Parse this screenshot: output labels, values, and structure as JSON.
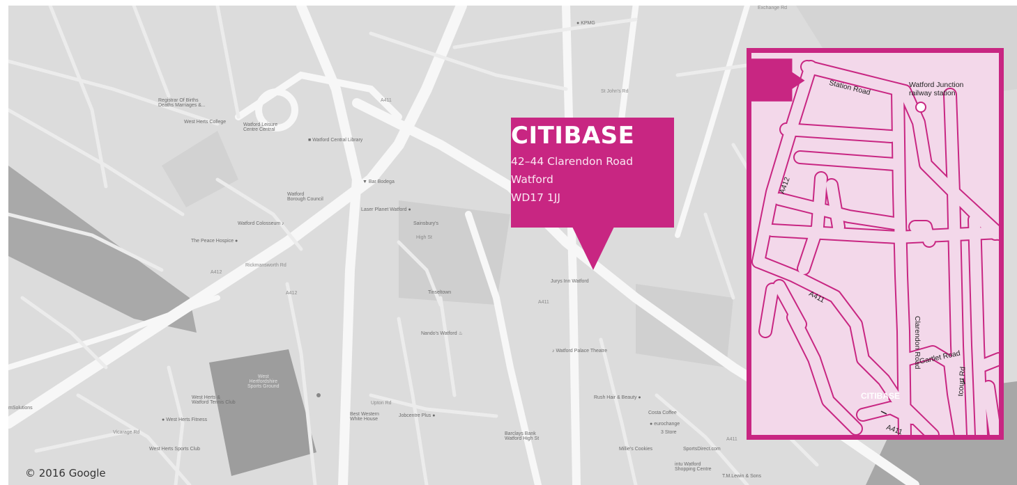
{
  "copyright": "© 2016 Google",
  "callout": {
    "title": "CITIBASE",
    "address_line1": "42–44 Clarendon Road",
    "address_line2": "Watford",
    "postcode": "WD17 1JJ"
  },
  "inset": {
    "station_label_line1": "Watford Junction",
    "station_label_line2": "railway station",
    "roads": {
      "station_road": "Station Road",
      "a412": "A412",
      "a411_upper": "A411",
      "a411_lower": "A411",
      "clarendon_road": "Clarendon Road",
      "gartlet_road": "Gartlet Road",
      "estcourt_road": "tcourt Rd"
    },
    "marker_label": "CITIBASE"
  },
  "map_labels": {
    "kpmg": "KPMG",
    "registrar": "Registrar Of Births",
    "registrar2": "Deaths Marriages &...",
    "west_herts_college": "West Herts College",
    "watford_leisure": "Watford Leisure",
    "watford_leisure2": "Centre Central",
    "watford_central_library": "Watford Central Library",
    "bar_bodega": "Bar Bodega",
    "watford_borough_council": "Watford",
    "watford_borough_council2": "Borough Council",
    "laser_planet": "Laser Planet Watford",
    "watford_colosseum": "Watford Colosseum",
    "peace_hospice": "The Peace Hospice",
    "sainsburys": "Sainsbury's",
    "jurys_inn": "Jurys Inn Watford",
    "tinseltown": "Tinseltown",
    "nandos": "Nando's Watford",
    "palace_theatre": "Watford Palace Theatre",
    "west_herts_sports_ground": "West",
    "west_herts_sports_ground2": "Hertfordshire",
    "west_herts_sports_ground3": "Sports Ground",
    "tennis_club": "West Herts &",
    "tennis_club2": "Watford Tennis Club",
    "west_herts_fitness": "West Herts Fitness",
    "west_herts_sports_club": "West Herts Sports Club",
    "best_western": "Best Western",
    "best_western2": "White House",
    "jobcentre": "Jobcentre Plus",
    "rush_hair": "Rush Hair & Beauty",
    "costa": "Costa Coffee",
    "eurochange": "eurochange",
    "three_store": "3 Store",
    "barclays": "Barclays Bank",
    "barclays2": "Watford High St",
    "millies": "Millie's Cookies",
    "sportsdirect": "SportsDirect.com",
    "intu": "intu Watford",
    "intu2": "Shopping Centre",
    "tm_lewin": "T.M.Lewin & Sons",
    "solutions": "mSolutions",
    "a411_a": "A411",
    "a411_b": "A411",
    "a411_c": "A411",
    "a412_a": "A412",
    "a412_b": "A412",
    "high_st": "High St",
    "st_johns": "St John's Rd",
    "rickmansworth": "Rickmansworth Rd",
    "upton_rd": "Upton Rd",
    "vicarage": "Vicarage Rd",
    "exchange": "Exchange Rd"
  },
  "colors": {
    "brand": "#c82682",
    "inset_fill": "#f3d8ea",
    "map_base": "#dcdcdc"
  }
}
